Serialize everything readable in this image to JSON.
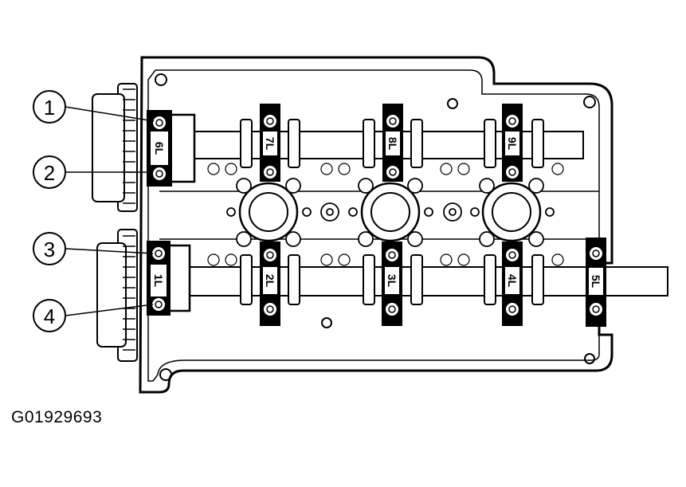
{
  "figure_id": "G01929693",
  "callouts": [
    "1",
    "2",
    "3",
    "4"
  ],
  "bearing_caps": {
    "intake": [
      "6L",
      "7L",
      "8L",
      "9L"
    ],
    "exhaust": [
      "1L",
      "2L",
      "3L",
      "4L",
      "5L"
    ]
  }
}
